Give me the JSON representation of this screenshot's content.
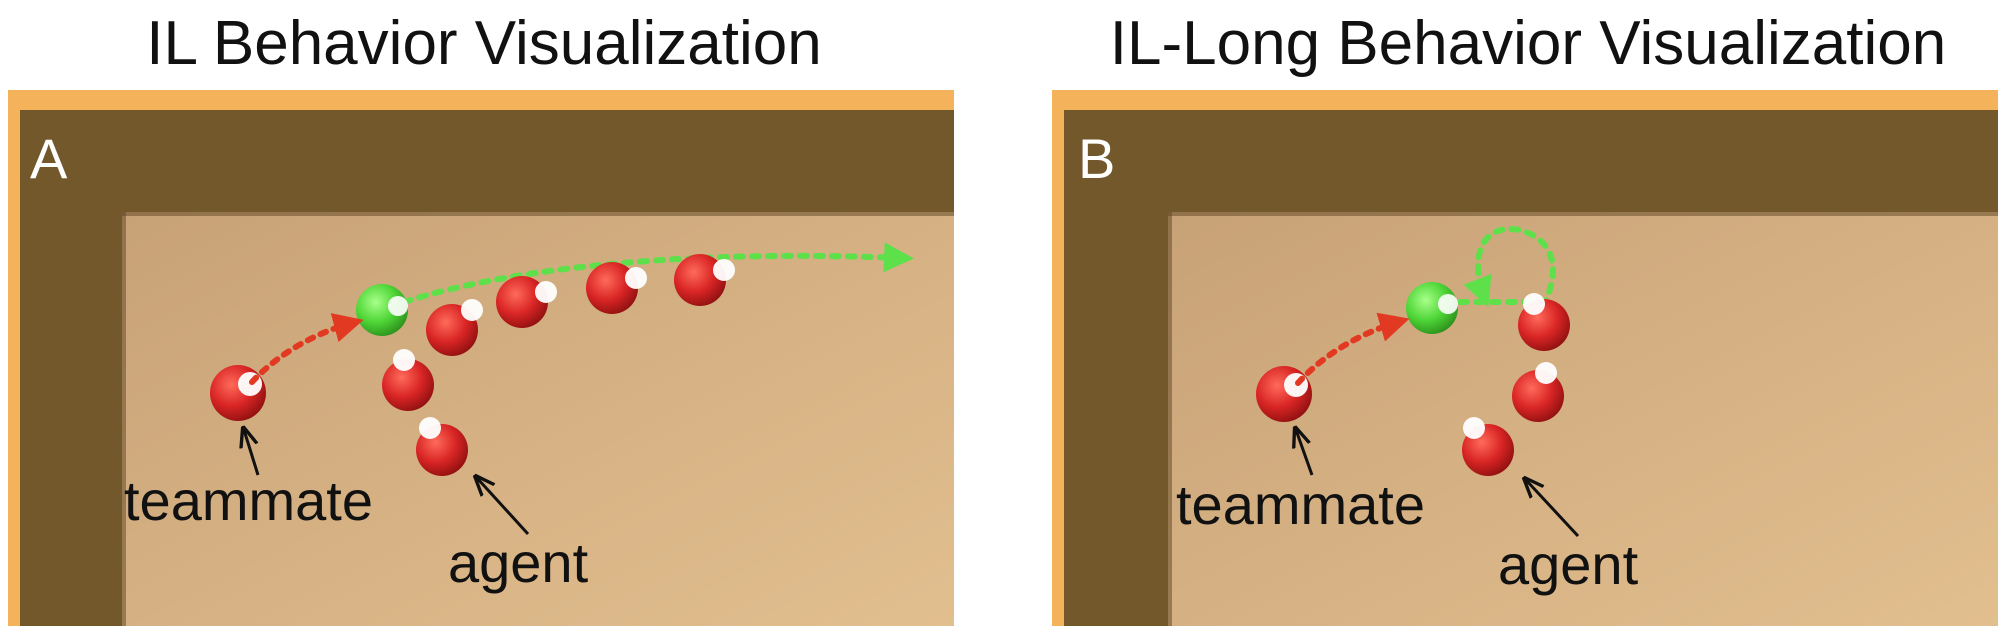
{
  "panels": [
    {
      "title": "IL Behavior Visualization",
      "letter": "A",
      "labels": {
        "teammate": "teammate",
        "agent": "agent"
      }
    },
    {
      "title": "IL-Long Behavior Visualization",
      "letter": "B",
      "labels": {
        "teammate": "teammate",
        "agent": "agent"
      }
    }
  ],
  "colors": {
    "frame_orange": "#f4b25a",
    "wall_brown": "#73582c",
    "floor_tan": "#cfa77c",
    "agent_red": "#d92525",
    "teammate_red": "#d92525",
    "ball_green": "#4fd637",
    "path_green": "#5ee04a",
    "path_red": "#e23a22"
  }
}
